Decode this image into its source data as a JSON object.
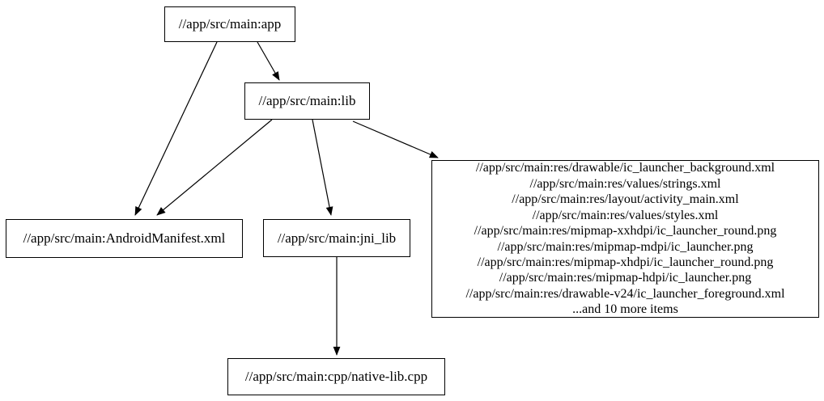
{
  "graph": {
    "background_color": "#ffffff",
    "node_fill_color": "#ffffff",
    "node_border_color": "#000000",
    "edge_color": "#000000",
    "nodes": {
      "app": {
        "label": "//app/src/main:app"
      },
      "lib": {
        "label": "//app/src/main:lib"
      },
      "manifest": {
        "label": "//app/src/main:AndroidManifest.xml"
      },
      "jni_lib": {
        "label": "//app/src/main:jni_lib"
      },
      "cpp": {
        "label": "//app/src/main:cpp/native-lib.cpp"
      },
      "res": {
        "lines": [
          "//app/src/main:res/drawable/ic_launcher_background.xml",
          "//app/src/main:res/values/strings.xml",
          "//app/src/main:res/layout/activity_main.xml",
          "//app/src/main:res/values/styles.xml",
          "//app/src/main:res/mipmap-xxhdpi/ic_launcher_round.png",
          "//app/src/main:res/mipmap-mdpi/ic_launcher.png",
          "//app/src/main:res/mipmap-xhdpi/ic_launcher_round.png",
          "//app/src/main:res/mipmap-hdpi/ic_launcher.png",
          "//app/src/main:res/drawable-v24/ic_launcher_foreground.xml",
          "...and 10 more items"
        ]
      }
    },
    "edges": [
      {
        "from": "app",
        "to": "lib"
      },
      {
        "from": "app",
        "to": "manifest"
      },
      {
        "from": "lib",
        "to": "manifest"
      },
      {
        "from": "lib",
        "to": "jni_lib"
      },
      {
        "from": "lib",
        "to": "res"
      },
      {
        "from": "jni_lib",
        "to": "cpp"
      }
    ]
  }
}
